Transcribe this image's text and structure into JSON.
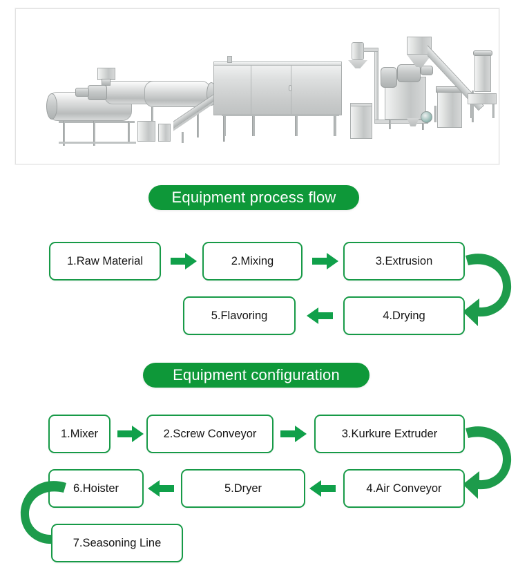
{
  "photo": {
    "alt_name": "kurkure-production-line-photo",
    "caption": ""
  },
  "sections": [
    {
      "id": "process-flow",
      "badge_label": "Equipment process flow",
      "badge_color": "#0e9839",
      "box_border_color": "#179a47",
      "arrow_color": "#10a04a",
      "steps": [
        {
          "label": "1.Raw Material"
        },
        {
          "label": "2.Mixing"
        },
        {
          "label": "3.Extrusion"
        },
        {
          "label": "4.Drying"
        },
        {
          "label": "5.Flavoring"
        }
      ]
    },
    {
      "id": "equipment-configuration",
      "badge_label": "Equipment configuration",
      "badge_color": "#0e9839",
      "box_border_color": "#179a47",
      "arrow_color": "#10a04a",
      "steps": [
        {
          "label": "1.Mixer"
        },
        {
          "label": "2.Screw Conveyor"
        },
        {
          "label": "3.Kurkure Extruder"
        },
        {
          "label": "4.Air Conveyor"
        },
        {
          "label": "5.Dryer"
        },
        {
          "label": "6.Hoister"
        },
        {
          "label": "7.Seasoning Line"
        }
      ]
    }
  ]
}
